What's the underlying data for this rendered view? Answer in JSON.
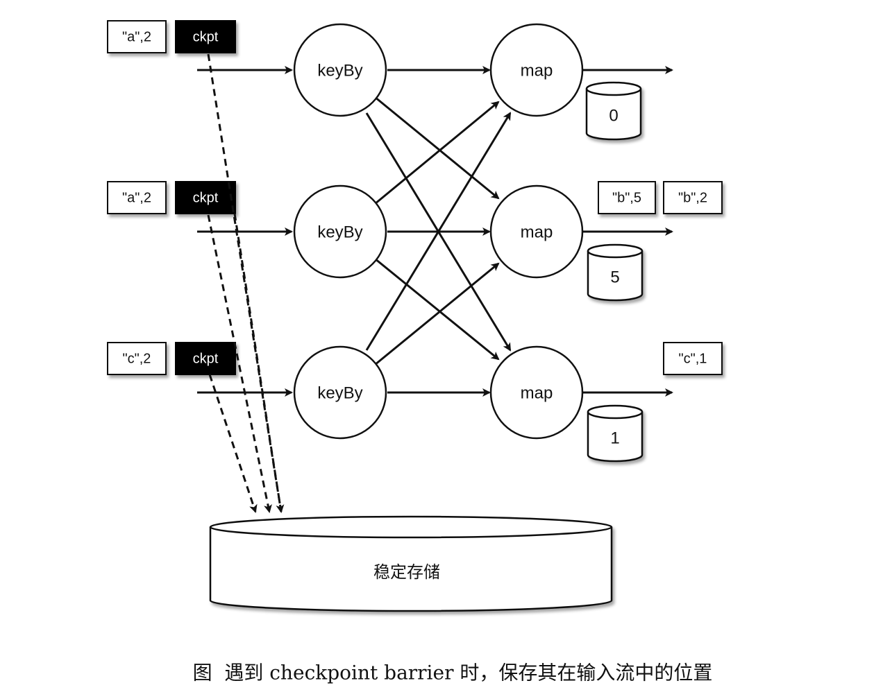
{
  "nodes": {
    "keyby_label": "keyBy",
    "map_label": "map"
  },
  "inputs": [
    {
      "record": "\"a\",2",
      "barrier": "ckpt"
    },
    {
      "record": "\"a\",2",
      "barrier": "ckpt"
    },
    {
      "record": "\"c\",2",
      "barrier": "ckpt"
    }
  ],
  "states": [
    "0",
    "5",
    "1"
  ],
  "outputs": {
    "map1": [
      "\"b\",5",
      "\"b\",2"
    ],
    "map2": [
      "\"c\",1"
    ]
  },
  "storage": "稳定存储",
  "caption": "图  遇到 checkpoint barrier 时，保存其在输入流中的位置"
}
